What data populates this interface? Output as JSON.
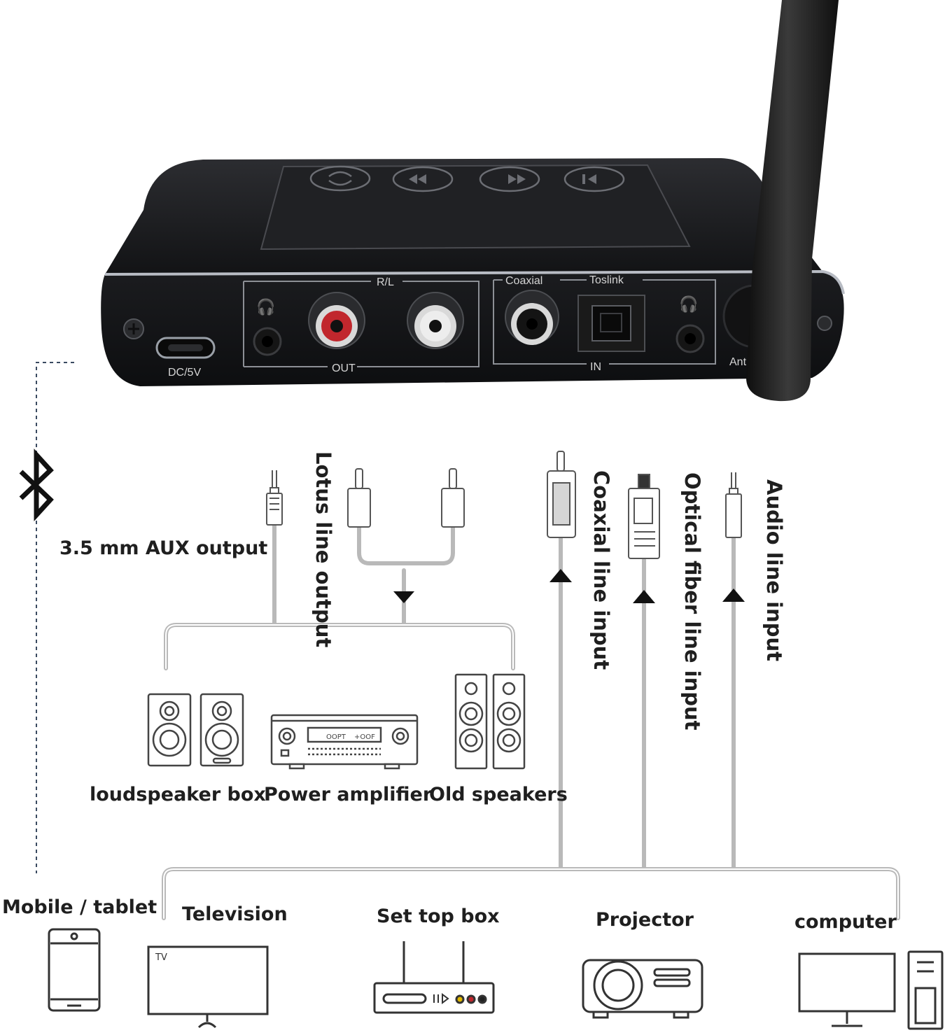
{
  "device": {
    "port_labels": {
      "dc": "DC/5V",
      "rl": "R/L",
      "out": "OUT",
      "coaxial": "Coaxial",
      "toslink": "Toslink",
      "in": "IN",
      "antenna": "Ant"
    },
    "colors": {
      "body": "#1c1d20",
      "rca_red": "#c1272d",
      "rca_white": "#e8e8e8"
    }
  },
  "outputs": {
    "aux_label": "3.5 mm AUX output",
    "lotus_label": "Lotus line output",
    "devices": [
      {
        "label": "loudspeaker box",
        "icon": "bookshelf-speakers-icon"
      },
      {
        "label": "Power amplifier",
        "icon": "amplifier-icon"
      },
      {
        "label": "Old speakers",
        "icon": "tower-speakers-icon"
      }
    ]
  },
  "inputs": {
    "coaxial_label": "Coaxial line input",
    "optical_label": "Optical fiber line input",
    "audio_label": "Audio line input",
    "bluetooth_icon": "bluetooth-icon",
    "devices": [
      {
        "label": "Mobile / tablet",
        "icon": "tablet-icon"
      },
      {
        "label": "Television",
        "icon": "television-icon",
        "screen_text": "TV"
      },
      {
        "label": "Set top box",
        "icon": "set-top-box-icon"
      },
      {
        "label": "Projector",
        "icon": "projector-icon"
      },
      {
        "label": "computer",
        "icon": "computer-icon"
      }
    ]
  },
  "amp_display": {
    "left": "OOPT",
    "right": "+OOF"
  }
}
